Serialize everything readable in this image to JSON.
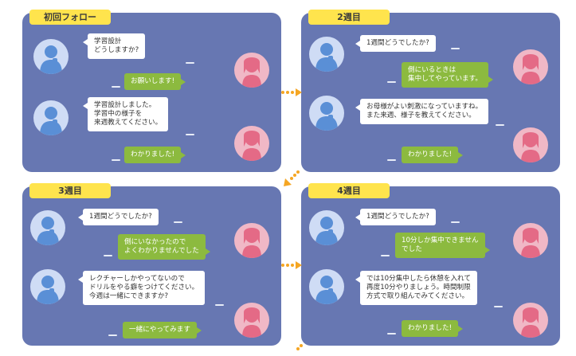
{
  "panels": [
    {
      "tag": "初回フォロー",
      "messages": [
        {
          "type": "teacher",
          "lines": [
            "学習設計",
            "どうしますか?"
          ]
        },
        {
          "type": "parent",
          "lines": [
            "お願いします!"
          ]
        },
        {
          "type": "teacher",
          "lines": [
            "学習設計しました。",
            "学習中の様子を",
            "来週教えてください。"
          ]
        },
        {
          "type": "parent",
          "lines": [
            "わかりました!"
          ]
        }
      ]
    },
    {
      "tag": "2週目",
      "messages": [
        {
          "type": "teacher",
          "lines": [
            "1週間どうでしたか?"
          ]
        },
        {
          "type": "parent",
          "lines": [
            "側にいるときは",
            "集中してやっています。"
          ]
        },
        {
          "type": "teacher",
          "lines": [
            "お母様がよい刺激になっていますね。",
            "また来週、様子を教えてください。"
          ]
        },
        {
          "type": "parent",
          "lines": [
            "わかりました!"
          ]
        }
      ]
    },
    {
      "tag": "3週目",
      "messages": [
        {
          "type": "teacher",
          "lines": [
            "1週間どうでしたか?"
          ]
        },
        {
          "type": "parent",
          "lines": [
            "側にいなかったので",
            "よくわかりませんでした"
          ]
        },
        {
          "type": "teacher",
          "lines": [
            "レクチャーしかやってないので",
            "ドリルをやる癖をつけてください。",
            "今週は一緒にできますか?"
          ]
        },
        {
          "type": "parent",
          "lines": [
            "一緒にやってみます"
          ]
        }
      ]
    },
    {
      "tag": "4週目",
      "messages": [
        {
          "type": "teacher",
          "lines": [
            "1週間どうでしたか?"
          ]
        },
        {
          "type": "parent",
          "lines": [
            "10分しか集中できません",
            "でした"
          ]
        },
        {
          "type": "teacher",
          "lines": [
            "では10分集中したら休憩を入れて",
            "再度10分やりましょう。時間制限",
            "方式で取り組んでみてください。"
          ]
        },
        {
          "type": "parent",
          "lines": [
            "わかりました!"
          ]
        }
      ]
    }
  ],
  "colors": {
    "panel": "#6777b2",
    "tag": "#ffe44d",
    "teacher_bubble": "#ffffff",
    "parent_bubble": "#8cba3f",
    "connector": "#f5a623"
  }
}
